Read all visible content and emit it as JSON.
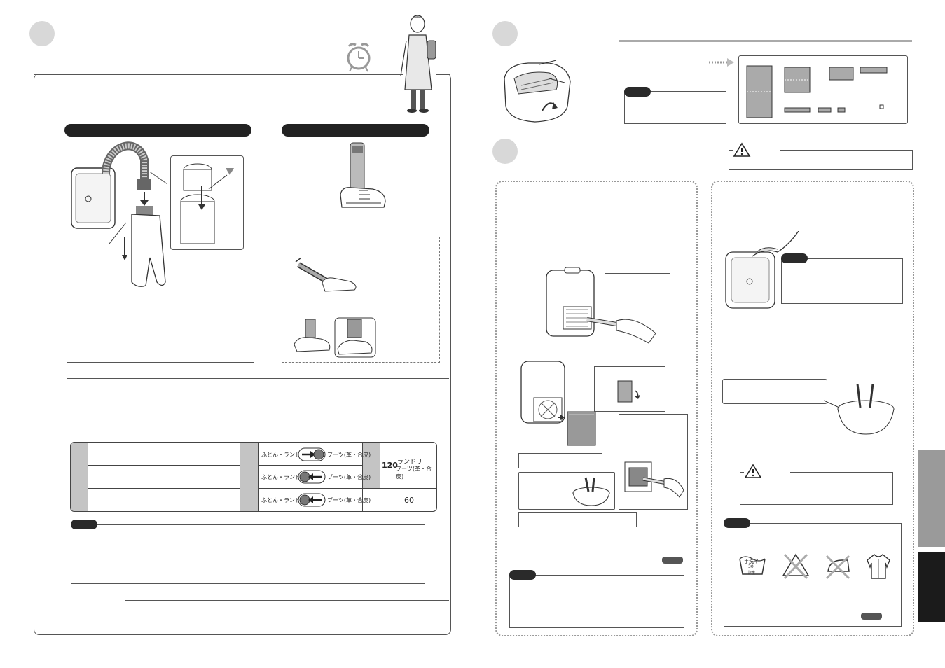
{
  "table": {
    "rows": [
      {
        "mode_left": "ふとん・ランドリー",
        "mode_right": "ブーツ(革・合皮)"
      },
      {
        "mode_left": "ふとん・ランドリー",
        "mode_right": "ブーツ(革・合皮)"
      },
      {
        "mode_left": "ふとん・ランドリー",
        "mode_right": "ブーツ(革・合皮)"
      }
    ],
    "time_a_number": "120",
    "time_a_line1": "ランドリー",
    "time_a_line2": "ブーツ(革・合皮)",
    "time_b": "60"
  },
  "care_label": {
    "line1": "手洗イ",
    "line2": "30",
    "line3": "中性"
  },
  "colors": {
    "ink": "#222222",
    "gray_tab": "#9a9a9a",
    "dark_tab": "#1b1b1b",
    "circle": "#d8d8d8"
  }
}
